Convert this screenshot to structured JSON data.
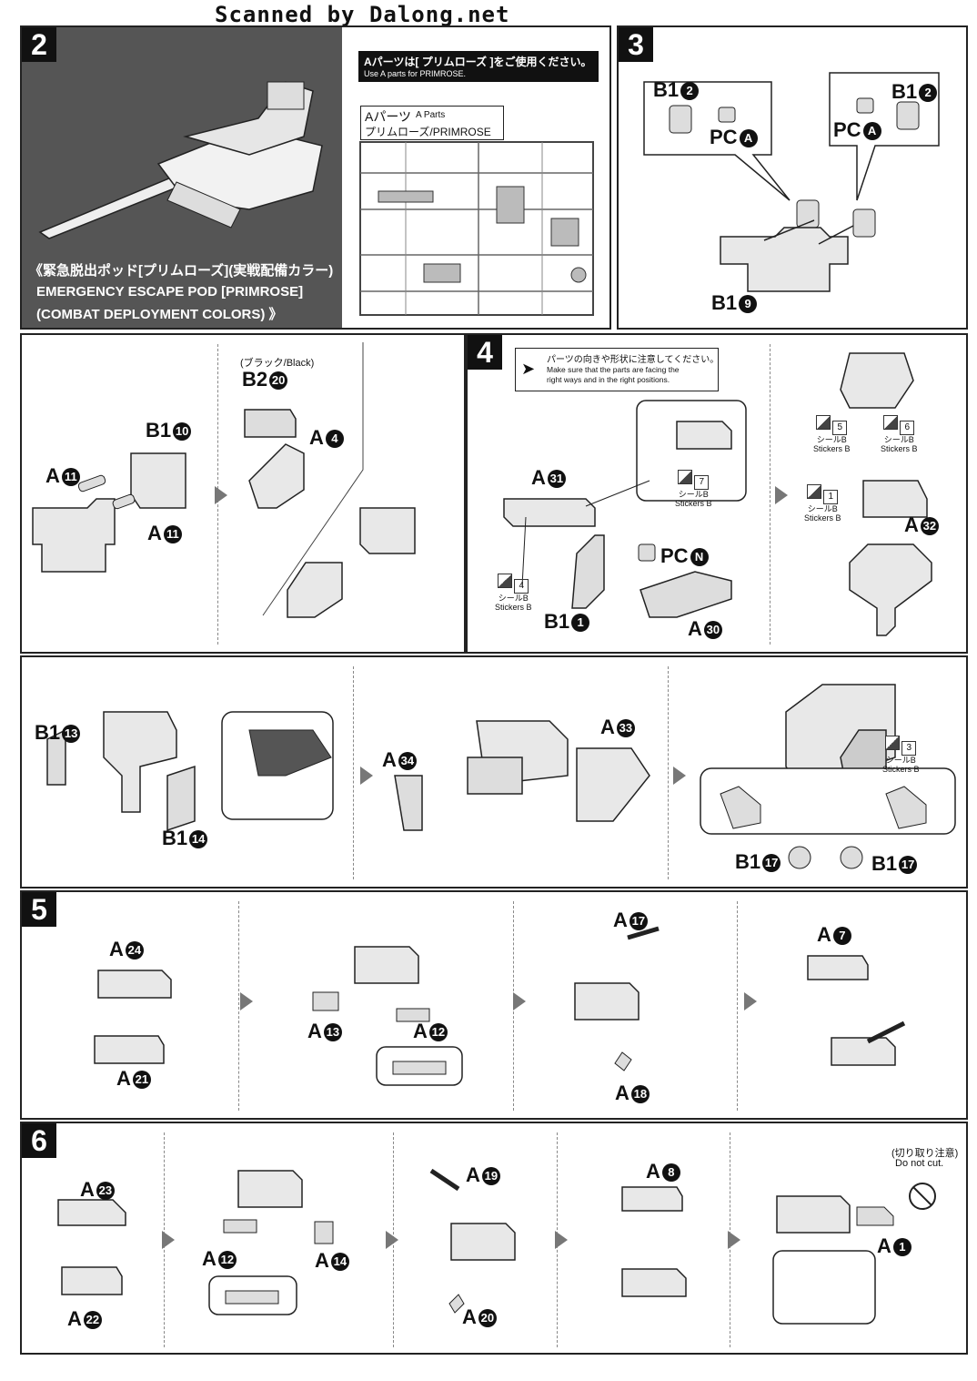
{
  "header": {
    "scan_credit": "Scanned by Dalong.net"
  },
  "steps": {
    "s2": "2",
    "s3": "3",
    "s4": "4",
    "s5": "5",
    "s6": "6"
  },
  "step2": {
    "title_jp": "《緊急脱出ポッド[プリムローズ](実戦配備カラー)",
    "title_en_1": "EMERGENCY ESCAPE POD [PRIMROSE]",
    "title_en_2": "(COMBAT DEPLOYMENT COLORS) 》",
    "note_jp": "Aパーツは[ プリムローズ ]をご使用ください。",
    "note_en": "Use A parts for PRIMROSE.",
    "runner_label_jp": "Aパーツ",
    "runner_label_en": "A Parts",
    "runner_sub": "プリムローズ/PRIMROSE"
  },
  "step3": {
    "b1_left": "B1",
    "b1_left_num": "2",
    "pc_left": "PC",
    "pc_left_num": "A",
    "b1_right": "B1",
    "b1_right_num": "2",
    "pc_right": "PC",
    "pc_right_num": "A",
    "b19": "B1",
    "b19_num": "9"
  },
  "row2": {
    "b110": "B1",
    "b110_num": "10",
    "a11_a": "A",
    "a11_a_num": "11",
    "a11_b": "A",
    "a11_b_num": "11",
    "black_note": "(ブラック/Black)",
    "b220": "B2",
    "b220_num": "20",
    "a4": "A",
    "a4_num": "4"
  },
  "step4": {
    "note_jp": "パーツの向きや形状に注意してください。",
    "note_en_1": "Make sure that the parts are facing the",
    "note_en_2": "right ways and in the right positions.",
    "a31": "A",
    "a31_num": "31",
    "pcn": "PC",
    "pcn_num": "N",
    "b11": "B1",
    "b11_num": "1",
    "a30": "A",
    "a30_num": "30",
    "a32": "A",
    "a32_num": "32",
    "sticker_jp": "シールB",
    "sticker_en": "Stickers B",
    "st4": "4",
    "st7": "7",
    "st1": "1",
    "st5": "5",
    "st6": "6"
  },
  "row4": {
    "b113": "B1",
    "b113_num": "13",
    "b114": "B1",
    "b114_num": "14",
    "a34": "A",
    "a34_num": "34",
    "a33": "A",
    "a33_num": "33",
    "st3": "3",
    "b117_a": "B1",
    "b117_a_num": "17",
    "b117_b": "B1",
    "b117_b_num": "17"
  },
  "step5": {
    "a24": "A",
    "a24_num": "24",
    "a21": "A",
    "a21_num": "21",
    "a13": "A",
    "a13_num": "13",
    "a12": "A",
    "a12_num": "12",
    "a17": "A",
    "a17_num": "17",
    "a18": "A",
    "a18_num": "18",
    "a7": "A",
    "a7_num": "7"
  },
  "step6": {
    "a23": "A",
    "a23_num": "23",
    "a22": "A",
    "a22_num": "22",
    "a12": "A",
    "a12_num": "12",
    "a14": "A",
    "a14_num": "14",
    "a19": "A",
    "a19_num": "19",
    "a20": "A",
    "a20_num": "20",
    "a8": "A",
    "a8_num": "8",
    "a1": "A",
    "a1_num": "1",
    "donotcut_jp": "(切り取り注意)",
    "donotcut_en": "Do not cut."
  }
}
